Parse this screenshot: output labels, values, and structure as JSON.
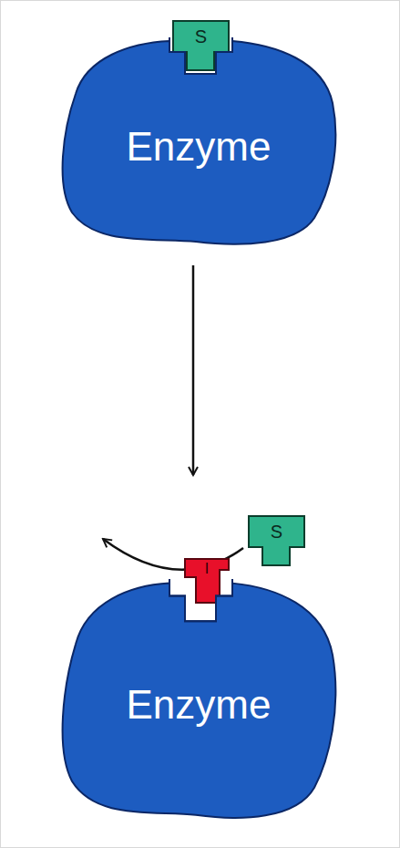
{
  "diagram": {
    "nodes": [
      {
        "text": [
          "S"
        ]
      },
      {
        "text": [
          "Enzyme"
        ]
      },
      {
        "text": [
          "S"
        ]
      },
      {
        "text": [
          "I"
        ]
      },
      {
        "text": [
          "Enzyme"
        ]
      }
    ]
  }
}
